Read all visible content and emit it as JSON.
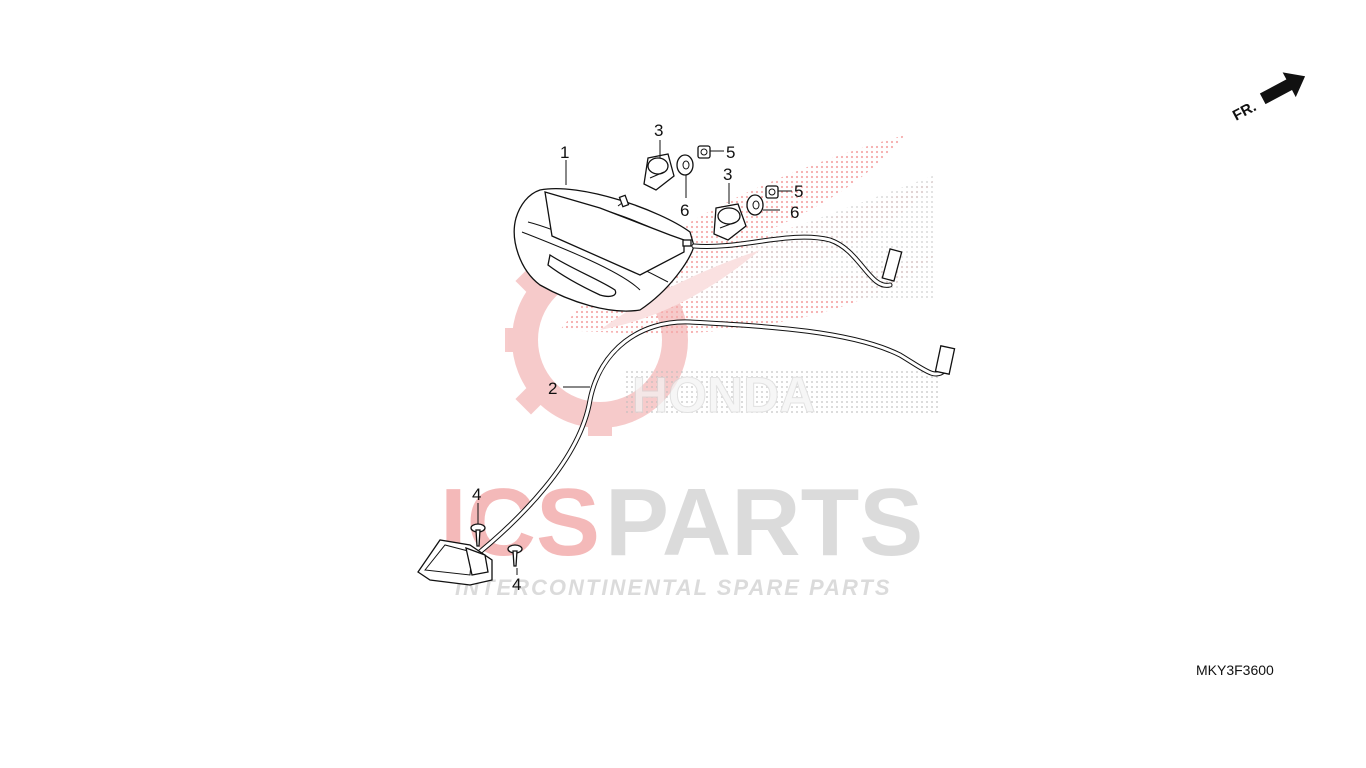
{
  "diagram_code": "MKY3F3600",
  "direction_label": "FR.",
  "callouts": {
    "c1": "1",
    "c2": "2",
    "c3a": "3",
    "c3b": "3",
    "c4a": "4",
    "c4b": "4",
    "c5a": "5",
    "c5b": "5",
    "c6a": "6",
    "c6b": "6"
  },
  "watermark": {
    "brand": "HONDA",
    "logo_text": "ICSPARTS",
    "tagline": "INTERCONTINENTAL SPARE PARTS",
    "colors": {
      "red": "#e23a3a",
      "gray": "#c8c8c8"
    }
  }
}
